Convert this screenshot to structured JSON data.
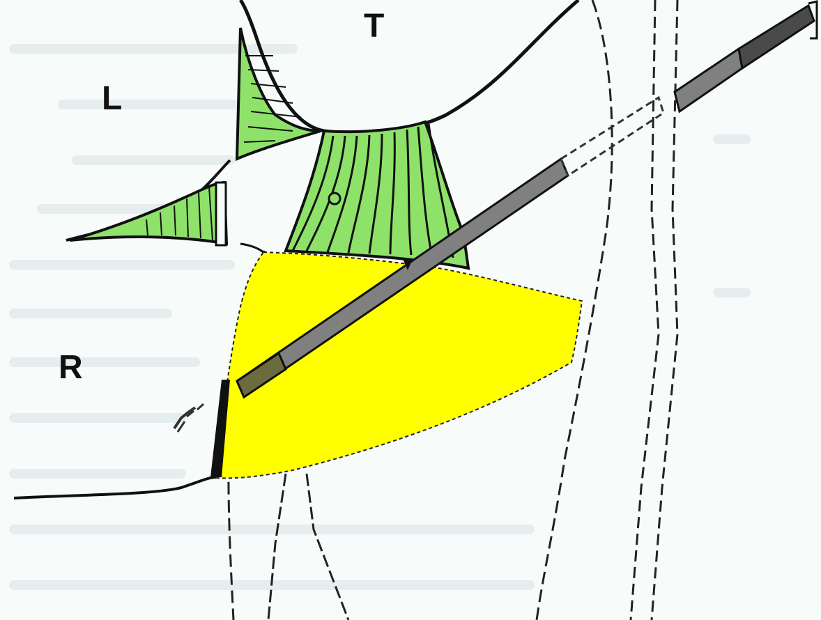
{
  "labels": {
    "top": "T",
    "left": "L",
    "right": "R"
  },
  "colors": {
    "background": "#f7fbfa",
    "green_fill": "#8ee26a",
    "yellow_fill": "#ffff00",
    "shaft_gray": "#808080",
    "outline": "#111111"
  }
}
